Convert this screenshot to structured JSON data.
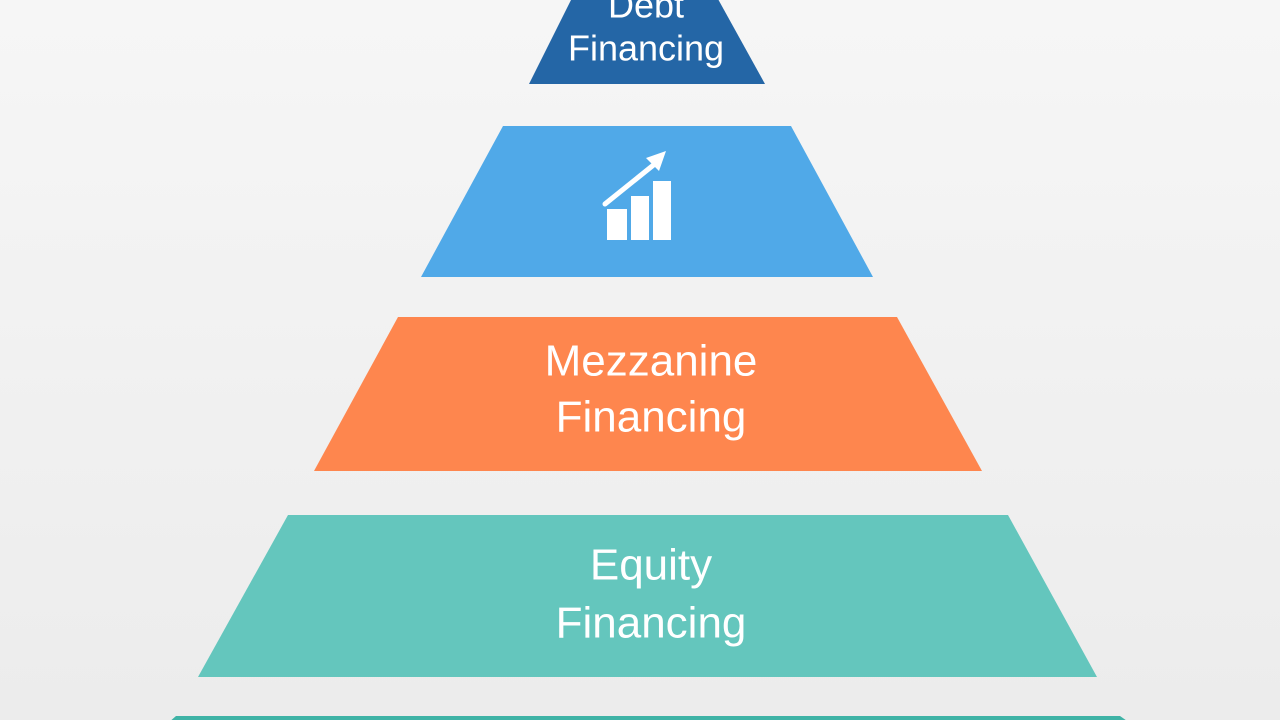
{
  "tiers": [
    {
      "id": "debt",
      "line1": "Debt",
      "line2": "Financing",
      "color": "#2466a6"
    },
    {
      "id": "growth",
      "icon": "growth-chart-icon",
      "color": "#50a9e8"
    },
    {
      "id": "mezzanine",
      "line1": "Mezzanine",
      "line2": "Financing",
      "color": "#fe864e"
    },
    {
      "id": "equity",
      "line1": "Equity",
      "line2": "Financing",
      "color": "#64c6bd"
    },
    {
      "id": "base",
      "color": "#3fb3a6"
    }
  ]
}
